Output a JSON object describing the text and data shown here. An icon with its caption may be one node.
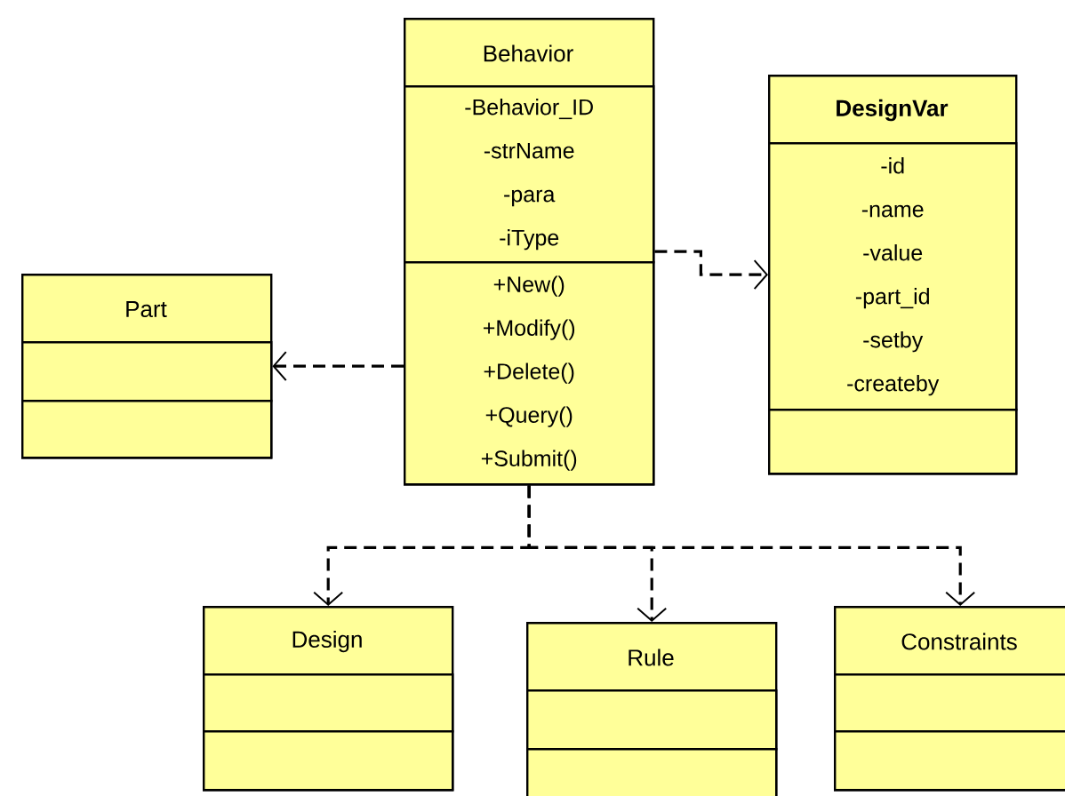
{
  "diagram": {
    "nodes": [
      {
        "text": [
          "Behavior"
        ]
      },
      {
        "text": [
          "-Behavior_ID",
          "-strName",
          "-para",
          "-iType"
        ],
        "in": 0
      },
      {
        "text": [
          "+New()",
          "+Modify()",
          "+Delete()",
          "+Query()",
          "+Submit()"
        ],
        "in": 0
      },
      {
        "text": [
          "DesignVar"
        ]
      },
      {
        "text": [
          "-id",
          "-name",
          "-value",
          "-part_id",
          "-setby",
          "-createby"
        ],
        "in": 3
      },
      {
        "text": [],
        "shape": "box",
        "in": 3
      },
      {
        "text": [
          "Part"
        ]
      },
      {
        "text": [],
        "shape": "box",
        "in": 6
      },
      {
        "text": [],
        "shape": "box",
        "in": 6
      },
      {
        "text": [
          "Design"
        ]
      },
      {
        "text": [],
        "shape": "box",
        "in": 9
      },
      {
        "text": [],
        "shape": "box",
        "in": 9
      },
      {
        "text": [
          "Rule"
        ]
      },
      {
        "text": [],
        "shape": "box",
        "in": 12
      },
      {
        "text": [],
        "shape": "box",
        "in": 12
      },
      {
        "text": [
          "Constraints"
        ]
      },
      {
        "text": [],
        "shape": "box",
        "in": 15
      },
      {
        "text": [],
        "shape": "box",
        "in": 15
      }
    ],
    "edges": [
      {
        "from": 0,
        "to": 3,
        "arrow": "to",
        "style": "dashed"
      },
      {
        "from": 0,
        "to": 6,
        "arrow": "to",
        "style": "dashed"
      },
      {
        "from": 0,
        "to": 9,
        "arrow": "to",
        "style": "dashed"
      },
      {
        "from": 0,
        "to": 12,
        "arrow": "to",
        "style": "dashed"
      },
      {
        "from": 0,
        "to": 15,
        "arrow": "to",
        "style": "dashed"
      }
    ]
  }
}
